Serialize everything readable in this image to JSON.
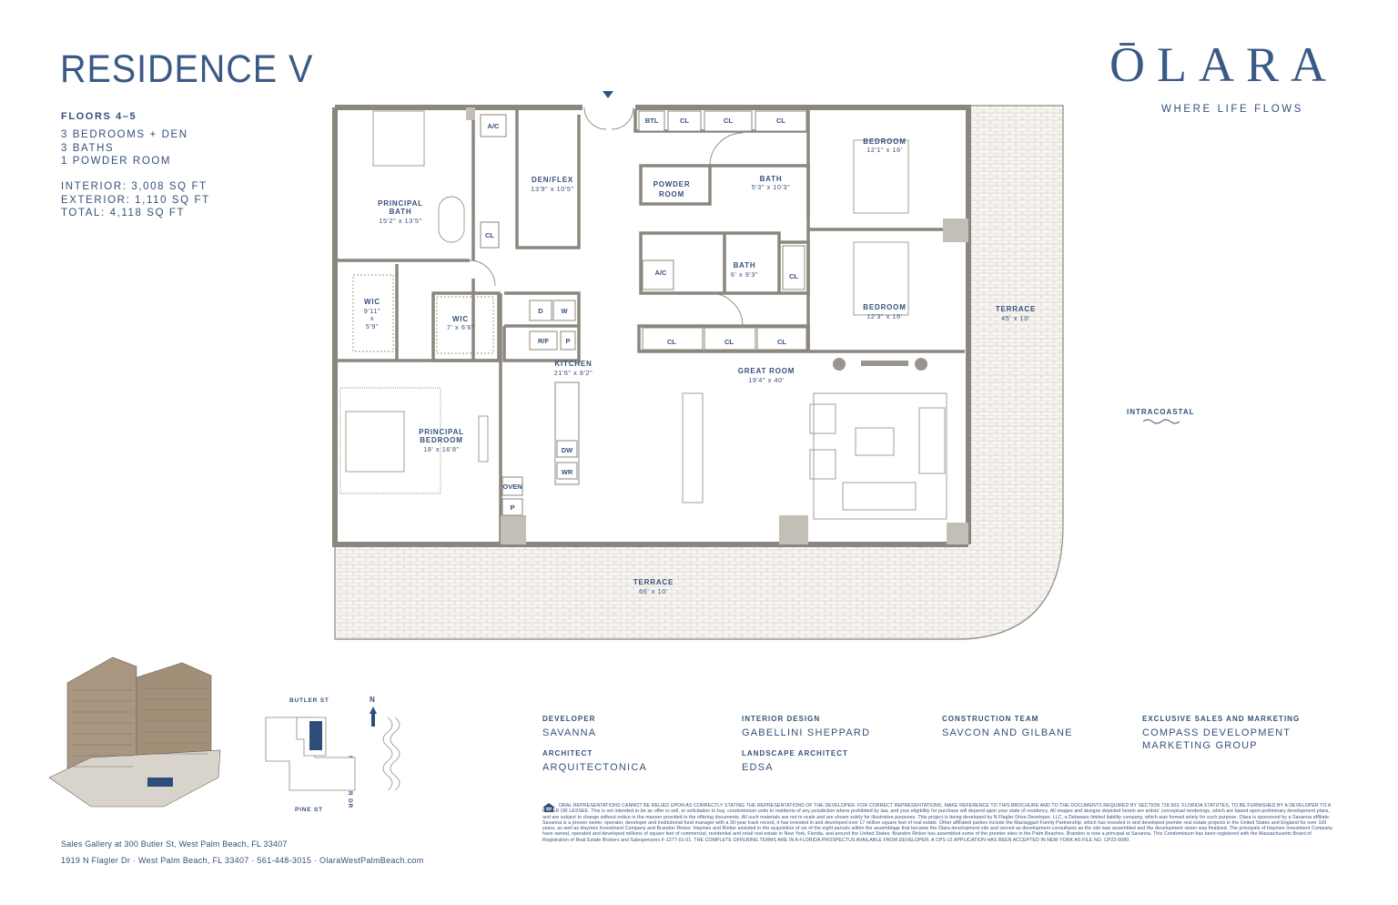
{
  "header": {
    "title": "RESIDENCE V",
    "floors": "FLOORS 4–5",
    "layout_lines": [
      "3 BEDROOMS + DEN",
      "3 BATHS",
      "1 POWDER ROOM"
    ],
    "area_lines": [
      "INTERIOR: 3,008 SQ FT",
      "EXTERIOR: 1,110 SQ FT",
      "TOTAL: 4,118 SQ FT"
    ]
  },
  "brand": {
    "name": "ŌLARA",
    "tagline": "WHERE LIFE FLOWS"
  },
  "rooms": {
    "den": {
      "name": "DEN/FLEX",
      "dim": "13'9\" x 10'5\""
    },
    "principal_bath": {
      "name1": "PRINCIPAL",
      "name2": "BATH",
      "dim": "15'2\" x 13'5\""
    },
    "powder": {
      "name1": "POWDER",
      "name2": "ROOM"
    },
    "bath1": {
      "name": "BATH",
      "dim": "5'3\" x 10'3\""
    },
    "bath2": {
      "name": "BATH",
      "dim": "6' x 9'3\""
    },
    "bedroom1": {
      "name": "BEDROOM",
      "dim": "12'1\" x 16'"
    },
    "bedroom2": {
      "name": "BEDROOM",
      "dim": "12'3\" x 16'"
    },
    "wic1": {
      "name": "WIC",
      "dim1": "9'11\"",
      "dim2": "x",
      "dim3": "5'9\""
    },
    "wic2": {
      "name": "WIC",
      "dim": "7' x 6'6\""
    },
    "kitchen": {
      "name": "KITCHEN",
      "dim": "21'6\" x 8'2\""
    },
    "great_room": {
      "name": "GREAT ROOM",
      "dim": "19'4\" x 40'"
    },
    "principal_bedroom": {
      "name1": "PRINCIPAL",
      "name2": "BEDROOM",
      "dim": "18' x 16'8\""
    },
    "terrace_side": {
      "name": "TERRACE",
      "dim": "45' x 10'"
    },
    "terrace_bottom": {
      "name": "TERRACE",
      "dim": "66' x 10'"
    }
  },
  "fixtures": {
    "ac": "A/C",
    "cl": "CL",
    "btl": "BTL",
    "d": "D",
    "w": "W",
    "rf": "R/F",
    "p": "P",
    "dw": "DW",
    "wr": "WR",
    "oven": "OVEN"
  },
  "water_label": "INTRACOASTAL",
  "site_map": {
    "north": "N",
    "street_top": "BUTLER ST",
    "street_bottom": "PINE ST",
    "street_side": "N FLAGLER DR"
  },
  "credits": [
    {
      "heading": "DEVELOPER",
      "value": "SAVANNA"
    },
    {
      "heading": "ARCHITECT",
      "value": "ARQUITECTONICA"
    },
    {
      "heading": "INTERIOR DESIGN",
      "value": "GABELLINI SHEPPARD"
    },
    {
      "heading": "LANDSCAPE ARCHITECT",
      "value": "EDSA"
    },
    {
      "heading": "CONSTRUCTION TEAM",
      "value": "SAVCON AND GILBANE"
    },
    {
      "heading": "EXCLUSIVE SALES AND MARKETING",
      "value": "COMPASS DEVELOPMENT MARKETING GROUP"
    }
  ],
  "footer": {
    "sales_gallery": "Sales Gallery at 300 Butler St, West Palm Beach, FL 33407",
    "address": "1919 N Flagler Dr  ·  West Palm Beach, FL 33407  ·  561-448-3015  ·  OlaraWestPalmBeach.com"
  },
  "disclaimer": "ORAL REPRESENTATIONS CANNOT BE RELIED UPON AS CORRECTLY STATING THE REPRESENTATIONS OF THE DEVELOPER. FOR CORRECT REPRESENTATIONS, MAKE REFERENCE TO THIS BROCHURE AND TO THE DOCUMENTS REQUIRED BY SECTION 718.503, FLORIDA STATUTES, TO BE FURNISHED BY A DEVELOPER TO A BUYER OR LESSEE. This is not intended to be an offer to sell, or solicitation to buy, condominium units to residents of any jurisdiction where prohibited by law, and your eligibility for purchase will depend upon your state of residency. All images and designs depicted herein are artists' conceptual renderings, which are based upon preliminary development plans, and are subject to change without notice in the manner provided in the offering documents. All such materials are not to scale and are shown solely for illustrative purposes. This project is being developed by N Flagler Drive Developer, LLC, a Delaware limited liability company, which was formed solely for such purpose. Olara is sponsored by a Savanna affiliate. Savanna is a proven owner, operator, developer and institutional fund manager with a 30-year track record, it has invested in and developed over 17 million square feet of real estate. Other affiliated parties include the Mactaggart Family Partnership, which has invested in and developed premier real estate projects in the United States and England for over 100 years, as well as Haymes Investment Company and Brandon Rinker. Haymes and Rinker assisted in the acquisition of six of the eight parcels within the assemblage that became the Olara development site and served as development consultants as the site was assembled and the development vision was finalized. The principals of Haymes Investment Company have owned, operated and developed millions of square feet of commercial, residential and retail real estate in New York, Florida, and around the United States. Brandon Rinker has assembled some of the premier sites in the Palm Beaches. Brandon is now a principal at Savanna. This Condominium has been registered with the Massachusetts Board of Registration of Real Estate Brokers and Salespersons F-1277-01-01. THE COMPLETE OFFERING TERMS ARE IN A FLORIDA PROSPECTUS AVAILABLE FROM DEVELOPER. A CPS-12 APPLICATION HAS BEEN ACCEPTED IN NEW YORK AS FILE NO. CP22-0080."
}
